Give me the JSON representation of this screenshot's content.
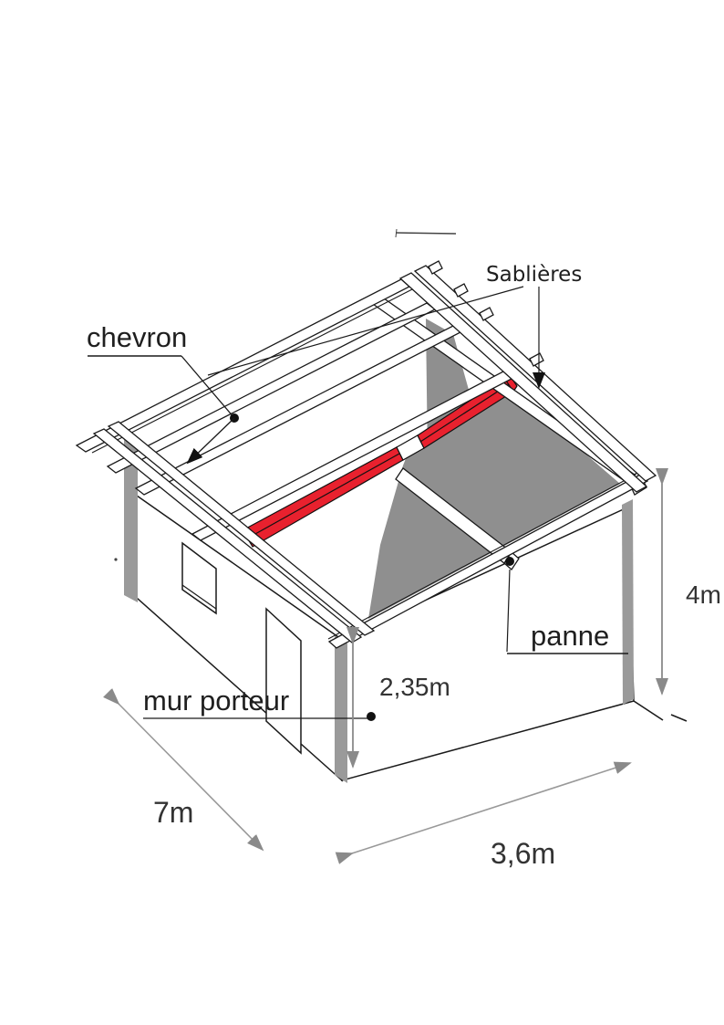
{
  "diagram": {
    "type": "isometric-construction-drawing",
    "subject": "charpente de toit monopente sur garage (timber shed-roof structure)",
    "labels": {
      "rafter": "chevron",
      "wall_plates": "Sablières",
      "purlin": "panne",
      "load_bearing_wall": "mur porteur"
    },
    "dimensions": {
      "total_height": "4m",
      "wall_height": "2,35m",
      "wall_length": "7m",
      "roof_span": "3,6m"
    },
    "colors": {
      "highlight_red": "#e8212e",
      "shade_gray": "#8f8f8f",
      "post_gray": "#9a9a9a",
      "dimension_gray": "#8a8a8a",
      "line": "#1a1a1a"
    }
  }
}
